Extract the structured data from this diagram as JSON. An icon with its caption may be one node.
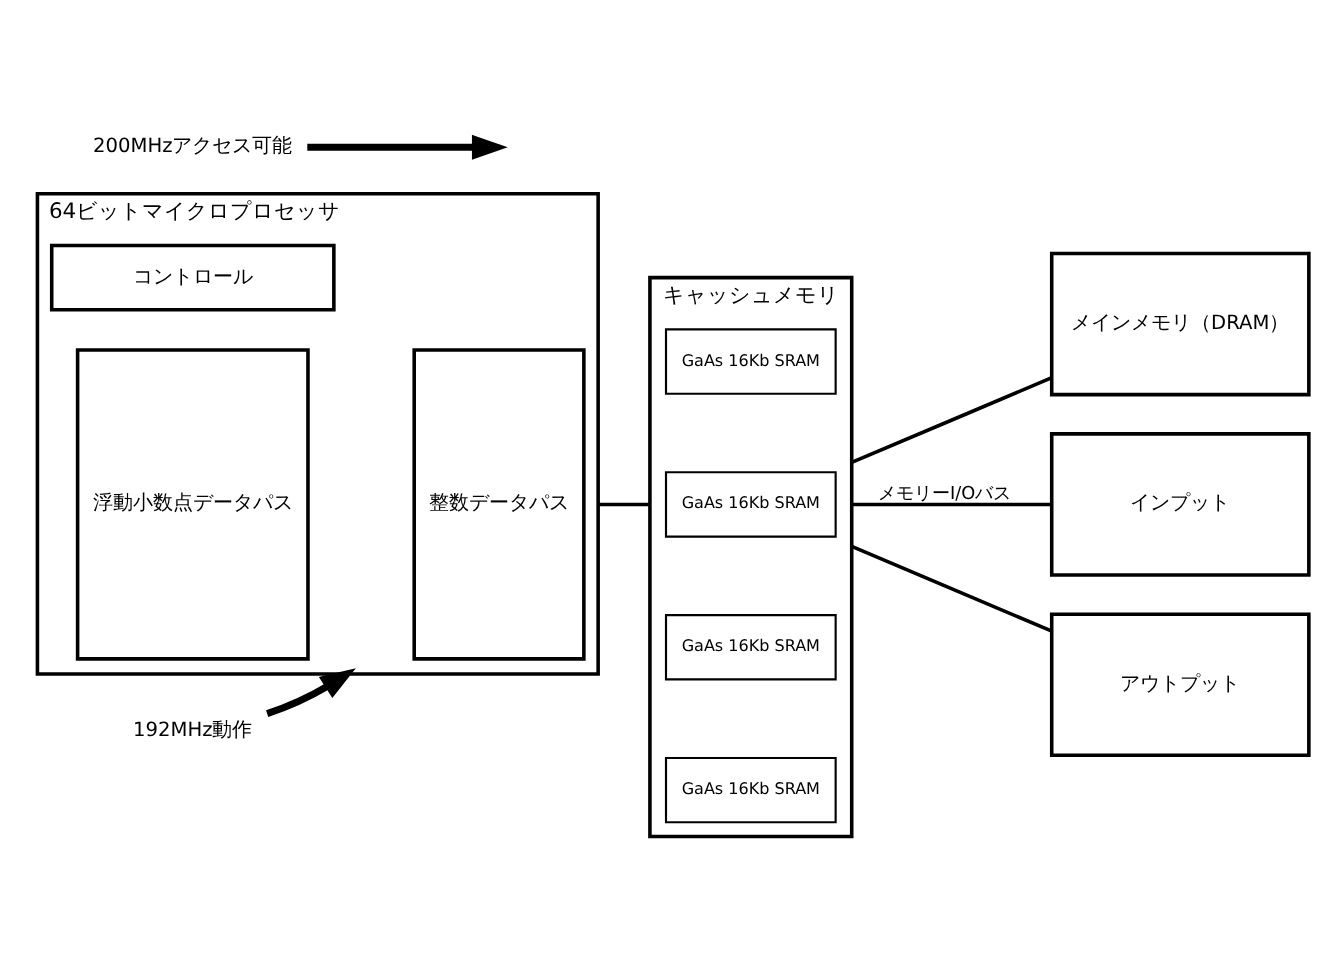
{
  "diagram": {
    "nodes": [
      {
        "text": [
          "64ビットマイクロプロセッサ"
        ]
      },
      {
        "text": [
          "コントロール"
        ],
        "in": 0
      },
      {
        "text": [
          "整数データパス"
        ],
        "in": 0
      },
      {
        "text": [
          "浮動小数点データパス"
        ],
        "in": 0
      },
      {
        "text": [
          "キャッシュメモリ"
        ]
      },
      {
        "text": [
          "GaAs 16Kb SRAM"
        ],
        "in": 4
      },
      {
        "text": [
          "GaAs 16Kb SRAM"
        ],
        "in": 4
      },
      {
        "text": [
          "GaAs 16Kb SRAM"
        ],
        "in": 4
      },
      {
        "text": [
          "GaAs 16Kb SRAM"
        ],
        "in": 4
      },
      {
        "text": [
          "メインメモリ（DRAM）"
        ]
      },
      {
        "text": [
          "インプット"
        ]
      },
      {
        "text": [
          "アウトプット"
        ]
      },
      {
        "text": [
          "192MHz動作"
        ]
      },
      {
        "text": [
          "200MHzアクセス可能"
        ]
      }
    ],
    "edges": [
      {
        "from": 0,
        "to": 4,
        "arrow": "none"
      },
      {
        "from": 4,
        "to": 9,
        "arrow": "none"
      },
      {
        "from": 4,
        "to": 10,
        "arrow": "none",
        "label": "メモリーI/Oバス"
      },
      {
        "from": 4,
        "to": 11,
        "arrow": "none"
      },
      {
        "from": 12,
        "to": 0,
        "arrow": "to",
        "style": "thick"
      },
      {
        "from": 13,
        "to": null,
        "arrow": "to",
        "style": "thick"
      }
    ]
  }
}
